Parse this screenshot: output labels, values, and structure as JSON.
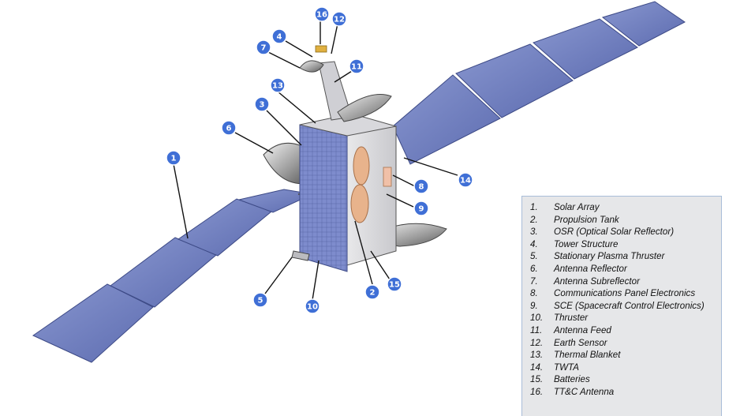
{
  "callouts": [
    {
      "number": "1"
    },
    {
      "number": "2"
    },
    {
      "number": "3"
    },
    {
      "number": "4"
    },
    {
      "number": "5"
    },
    {
      "number": "6"
    },
    {
      "number": "7"
    },
    {
      "number": "8"
    },
    {
      "number": "9"
    },
    {
      "number": "10"
    },
    {
      "number": "11"
    },
    {
      "number": "12"
    },
    {
      "number": "13"
    },
    {
      "number": "14"
    },
    {
      "number": "15"
    },
    {
      "number": "16"
    }
  ],
  "legend": {
    "items": [
      {
        "number": "1.",
        "text": "Solar Array"
      },
      {
        "number": "2.",
        "text": "Propulsion Tank"
      },
      {
        "number": "3.",
        "text": "OSR (Optical Solar Reflector)"
      },
      {
        "number": "4.",
        "text": "Tower Structure"
      },
      {
        "number": "5.",
        "text": "Stationary Plasma Thruster"
      },
      {
        "number": "6.",
        "text": "Antenna Reflector"
      },
      {
        "number": "7.",
        "text": "Antenna Subreflector"
      },
      {
        "number": "8.",
        "text": "Communications Panel Electronics"
      },
      {
        "number": "9.",
        "text": "SCE (Spacecraft Control Electronics)"
      },
      {
        "number": "10.",
        "text": "Thruster"
      },
      {
        "number": "11.",
        "text": "Antenna Feed"
      },
      {
        "number": "12.",
        "text": "Earth Sensor"
      },
      {
        "number": "13.",
        "text": "Thermal Blanket"
      },
      {
        "number": "14.",
        "text": "TWTA"
      },
      {
        "number": "15.",
        "text": "Batteries"
      },
      {
        "number": "16.",
        "text": "TT&C Antenna"
      }
    ]
  },
  "colors": {
    "callout_fill": "#3f6fd6",
    "solar_panel": "#6f7fbf",
    "legend_background": "#e6e7e9"
  }
}
